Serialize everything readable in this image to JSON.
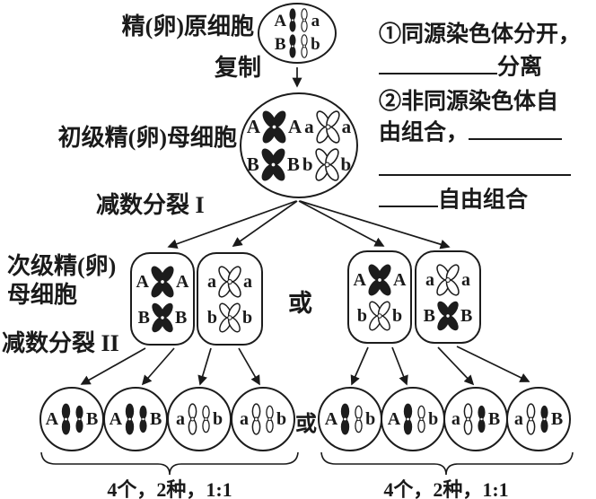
{
  "colors": {
    "ink": "#1a1a1a",
    "chromosome_dark": "#1c1c1c",
    "chromosome_light": "#ffffff",
    "paper": "#ffffff"
  },
  "labels": {
    "spermatogonium": "精(卵)原细胞",
    "replication": "复制",
    "primary_spermatocyte": "初级精(卵)母细胞",
    "meiosis_1": "减数分裂 I",
    "secondary_spermatocyte_line1": "次级精(卵)",
    "secondary_spermatocyte_line2": "母细胞",
    "meiosis_2": "减数分裂 II",
    "or_middle": "或",
    "or_bottom": "或",
    "summary_left": "4个，2种，1:1",
    "summary_right": "4个，2种，1:1"
  },
  "notes": {
    "item1": "①同源染色体分开，",
    "item1_blank_suffix": "分离",
    "item2_line1": "②非同源染色体自",
    "item2_line2_prefix": "由组合，",
    "item2_blank_suffix": "自由组合"
  },
  "cells": {
    "spermatogonium": {
      "left_top": "A",
      "left_bottom": "B",
      "left_type": "dark",
      "right_top": "a",
      "right_bottom": "b",
      "right_type": "light"
    },
    "primary": {
      "rows": [
        {
          "l1": "A",
          "r1": "A",
          "type1": "dark",
          "l2": "a",
          "r2": "a",
          "type2": "light"
        },
        {
          "l1": "B",
          "r1": "B",
          "type1": "dark",
          "l2": "b",
          "r2": "b",
          "type2": "light"
        }
      ]
    },
    "secondary": [
      {
        "rows": [
          {
            "left": "A",
            "right": "A",
            "type": "dark"
          },
          {
            "left": "B",
            "right": "B",
            "type": "dark"
          }
        ]
      },
      {
        "rows": [
          {
            "left": "a",
            "right": "a",
            "type": "light"
          },
          {
            "left": "b",
            "right": "b",
            "type": "light"
          }
        ]
      },
      {
        "rows": [
          {
            "left": "A",
            "right": "A",
            "type": "dark"
          },
          {
            "left": "b",
            "right": "b",
            "type": "light"
          }
        ]
      },
      {
        "rows": [
          {
            "left": "a",
            "right": "a",
            "type": "light"
          },
          {
            "left": "B",
            "right": "B",
            "type": "dark"
          }
        ]
      }
    ],
    "gametes": [
      {
        "left": "A",
        "right": "B",
        "rod1": "dark",
        "rod2": "dark"
      },
      {
        "left": "A",
        "right": "B",
        "rod1": "dark",
        "rod2": "dark"
      },
      {
        "left": "a",
        "right": "b",
        "rod1": "light",
        "rod2": "light"
      },
      {
        "left": "a",
        "right": "b",
        "rod1": "light",
        "rod2": "light"
      },
      {
        "left": "A",
        "right": "b",
        "rod1": "dark",
        "rod2": "light"
      },
      {
        "left": "A",
        "right": "b",
        "rod1": "dark",
        "rod2": "light"
      },
      {
        "left": "a",
        "right": "B",
        "rod1": "light",
        "rod2": "dark"
      },
      {
        "left": "a",
        "right": "B",
        "rod1": "light",
        "rod2": "dark"
      }
    ]
  }
}
